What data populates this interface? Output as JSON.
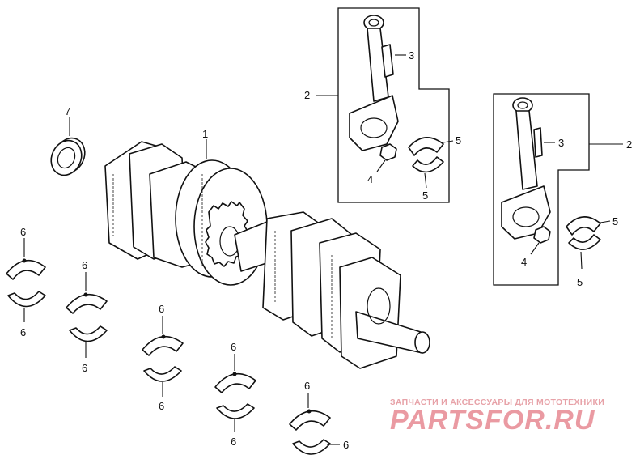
{
  "callouts": {
    "crankshaft": "1",
    "rod_left": "2",
    "rod_right": "2",
    "bolt_left": "3",
    "bolt_right": "3",
    "nut_left": "4",
    "nut_right": "4",
    "rod_bearing_left_upper": "5",
    "rod_bearing_left_lower": "5",
    "rod_bearing_right_upper": "5",
    "rod_bearing_right_lower": "5",
    "main_bearing_1_upper": "6",
    "main_bearing_1_lower": "6",
    "main_bearing_2_upper": "6",
    "main_bearing_2_lower": "6",
    "main_bearing_3_upper": "6",
    "main_bearing_3_lower": "6",
    "main_bearing_4_upper": "6",
    "main_bearing_4_lower": "6",
    "main_bearing_5_upper": "6",
    "main_bearing_5_lower": "6",
    "oil_seal": "7"
  },
  "watermark": {
    "tagline": "ЗАПЧАСТИ И АКСЕССУАРЫ ДЛЯ МОТОТЕХНИКИ",
    "logo": "PARTSFOR.RU",
    "color": "#e8949c"
  }
}
